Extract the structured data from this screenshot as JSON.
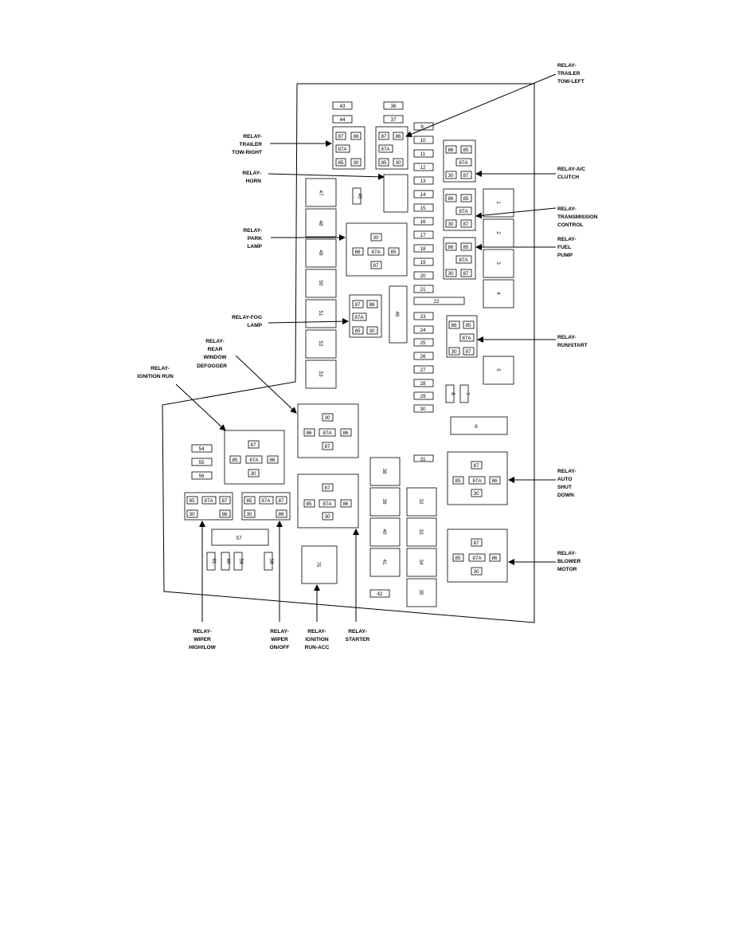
{
  "callouts": [
    {
      "id": "trailer-tow-left",
      "lines": [
        "RELAY-",
        "TRAILER",
        "TOW-LEFT"
      ]
    },
    {
      "id": "trailer-tow-right",
      "lines": [
        "RELAY-",
        "TRAILER",
        "TOW-RIGHT"
      ]
    },
    {
      "id": "horn",
      "lines": [
        "RELAY-",
        "HORN"
      ]
    },
    {
      "id": "park-lamp",
      "lines": [
        "RELAY-",
        "PARK",
        "LAMP"
      ]
    },
    {
      "id": "fog-lamp",
      "lines": [
        "RELAY-FOG",
        "LAMP"
      ]
    },
    {
      "id": "rear-window-defogger",
      "lines": [
        "RELAY-",
        "REAR",
        "WINDOW",
        "DEFOGGER"
      ]
    },
    {
      "id": "ignition-run",
      "lines": [
        "RELAY-",
        "IGNITION RUN"
      ]
    },
    {
      "id": "ac-clutch",
      "lines": [
        "RELAY-A/C",
        "CLUTCH"
      ]
    },
    {
      "id": "transmission-control",
      "lines": [
        "RELAY-",
        "TRANSMISSION",
        "CONTROL"
      ]
    },
    {
      "id": "fuel-pump",
      "lines": [
        "RELAY-",
        "FUEL",
        "PUMP"
      ]
    },
    {
      "id": "run-start",
      "lines": [
        "RELAY-",
        "RUN/START"
      ]
    },
    {
      "id": "auto-shut-down",
      "lines": [
        "RELAY-",
        "AUTO",
        "SHUT",
        "DOWN"
      ]
    },
    {
      "id": "blower-motor",
      "lines": [
        "RELAY-",
        "BLOWER",
        "MOTOR"
      ]
    },
    {
      "id": "wiper-high-low",
      "lines": [
        "RELAY-",
        "WIPER",
        "HIGH/LOW"
      ]
    },
    {
      "id": "wiper-on-off",
      "lines": [
        "RELAY-",
        "WIPER",
        "ON/OFF"
      ]
    },
    {
      "id": "ignition-run-acc",
      "lines": [
        "RELAY-",
        "IGNITION",
        "RUN-ACC"
      ]
    },
    {
      "id": "starter",
      "lines": [
        "RELAY-",
        "STARTER"
      ]
    }
  ],
  "fuses": {
    "small": [
      "43",
      "44",
      "36",
      "37",
      "9",
      "10",
      "11",
      "12",
      "13",
      "14",
      "15",
      "16",
      "17",
      "18",
      "19",
      "20",
      "21",
      "22",
      "23",
      "24",
      "25",
      "26",
      "27",
      "28",
      "29",
      "30",
      "31",
      "42",
      "54",
      "55",
      "56",
      "57",
      "6",
      "8",
      "7",
      "45",
      "61",
      "60",
      "59",
      "58"
    ],
    "large": [
      "47",
      "48",
      "49",
      "50",
      "51",
      "52",
      "53",
      "46",
      "1",
      "2",
      "3",
      "4",
      "5",
      "38",
      "39",
      "40",
      "41",
      "32",
      "33",
      "34",
      "35",
      "75"
    ]
  },
  "relay_terminals": {
    "four_pin_cube": [
      "87",
      "86",
      "87A",
      "85",
      "30"
    ],
    "five_pin_square": [
      "86",
      "85",
      "87A",
      "30",
      "87"
    ],
    "cross": [
      "30",
      "86",
      "87A",
      "85",
      "87"
    ],
    "micro": [
      "85",
      "87A",
      "87",
      "30",
      "86"
    ]
  }
}
